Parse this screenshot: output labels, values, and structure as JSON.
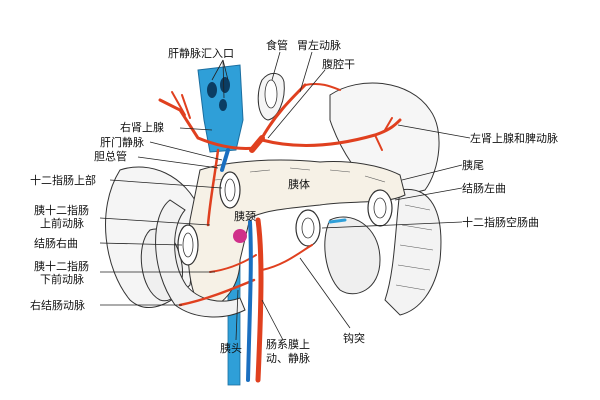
{
  "labels": {
    "hepatic_vein_inlet": "肝静脉汇入口",
    "esophagus": "食管",
    "left_gastric_artery": "胃左动脉",
    "celiac_trunk": "腹腔干",
    "right_adrenal": "右肾上腺",
    "portal_vein": "肝门静脉",
    "common_bile_duct": "胆总管",
    "duodenum_superior": "十二指肠上部",
    "anterior_superior_pd_artery": [
      "胰十二指肠",
      "上前动脉"
    ],
    "right_colic_flexure": "结肠右曲",
    "anterior_inferior_pd_artery": [
      "胰十二指肠",
      "下前动脉"
    ],
    "right_colic_artery": "右结肠动脉",
    "pancreatic_head": "胰头",
    "superior_mesenteric_vessels": [
      "肠系膜上",
      "动、静脉"
    ],
    "uncinate_process": "钩突",
    "left_adrenal_splenic_artery": "左肾上腺和脾动脉",
    "pancreatic_tail": "胰尾",
    "left_colic_flexure": "结肠左曲",
    "duodenojejunal_flexure": "十二指肠空肠曲",
    "pancreatic_body": "胰体",
    "pancreatic_neck": "胰颈"
  },
  "colors": {
    "ivc": "#2f9fd8",
    "artery": "#e0401f",
    "vein_blue": "#1a6fc0",
    "pancreas": "#f6f1e6",
    "organ_fill": "#f4f4f4",
    "duct_magenta": "#d0308a",
    "outline": "#333333"
  }
}
